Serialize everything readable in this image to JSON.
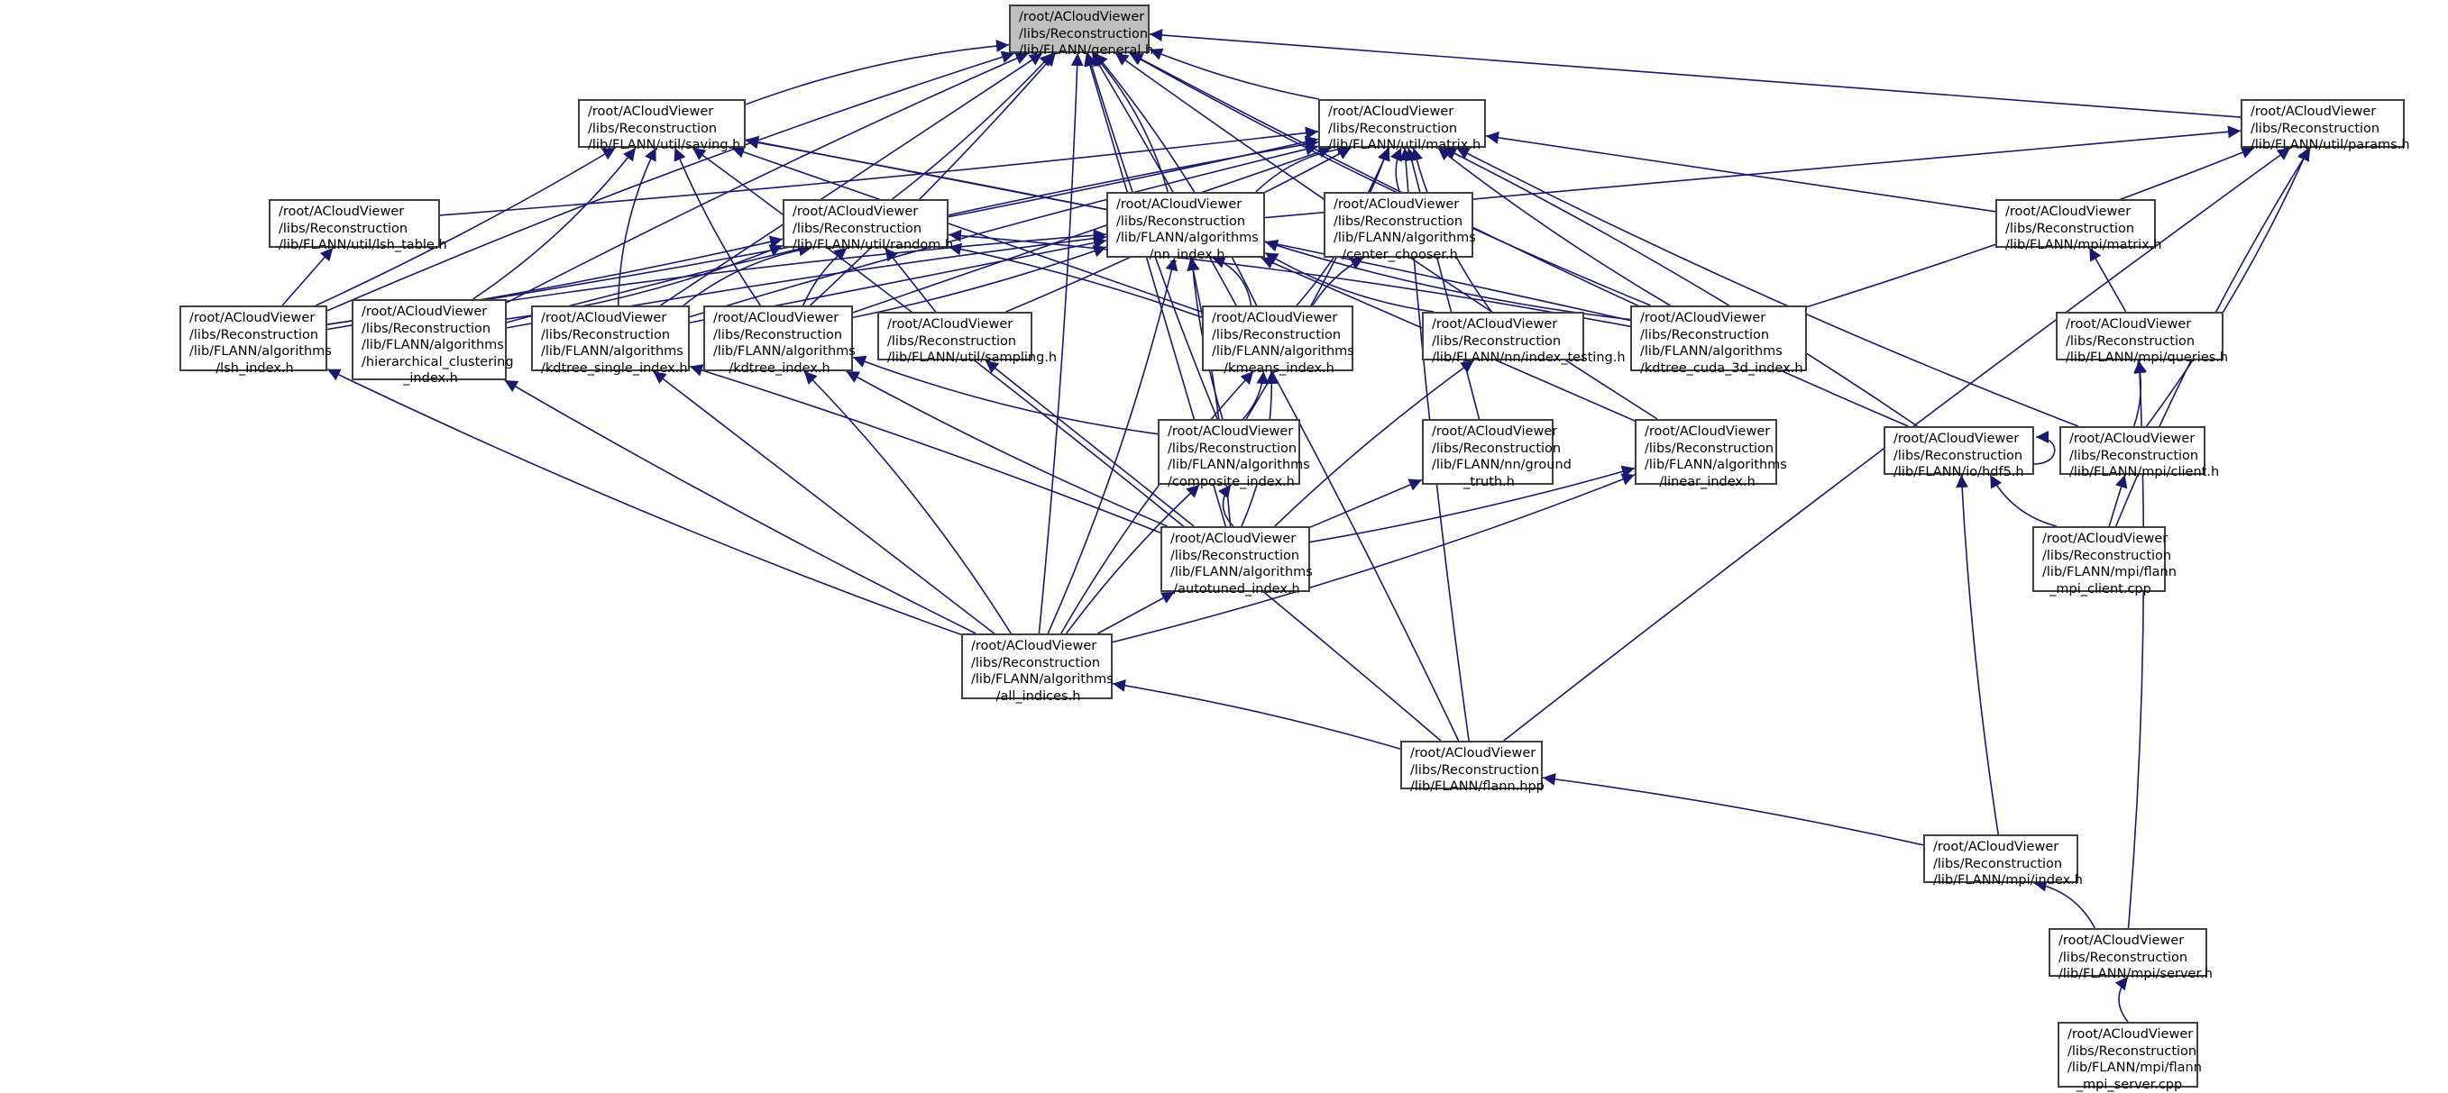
{
  "diagram": {
    "title": "Include dependency graph for general.h",
    "colors": {
      "edge": "#191970",
      "node_border": "#404040",
      "root_fill": "#bfbfbf",
      "node_fill": "#ffffff"
    },
    "nodes": [
      {
        "id": "general",
        "root": true,
        "lines": [
          "/root/ACloudViewer",
          "/libs/Reconstruction",
          "/lib/FLANN/general.h"
        ]
      },
      {
        "id": "saving",
        "lines": [
          "/root/ACloudViewer",
          "/libs/Reconstruction",
          "/lib/FLANN/util/saving.h"
        ]
      },
      {
        "id": "matrix",
        "lines": [
          "/root/ACloudViewer",
          "/libs/Reconstruction",
          "/lib/FLANN/util/matrix.h"
        ]
      },
      {
        "id": "params",
        "lines": [
          "/root/ACloudViewer",
          "/libs/Reconstruction",
          "/lib/FLANN/util/params.h"
        ]
      },
      {
        "id": "lsh_table",
        "lines": [
          "/root/ACloudViewer",
          "/libs/Reconstruction",
          "/lib/FLANN/util/lsh_table.h"
        ]
      },
      {
        "id": "random",
        "lines": [
          "/root/ACloudViewer",
          "/libs/Reconstruction",
          "/lib/FLANN/util/random.h"
        ]
      },
      {
        "id": "nn_index",
        "lines": [
          "/root/ACloudViewer",
          "/libs/Reconstruction",
          "/lib/FLANN/algorithms",
          "/nn_index.h"
        ]
      },
      {
        "id": "center_chooser",
        "lines": [
          "/root/ACloudViewer",
          "/libs/Reconstruction",
          "/lib/FLANN/algorithms",
          "/center_chooser.h"
        ]
      },
      {
        "id": "mpi_matrix",
        "lines": [
          "/root/ACloudViewer",
          "/libs/Reconstruction",
          "/lib/FLANN/mpi/matrix.h"
        ]
      },
      {
        "id": "lsh_index",
        "lines": [
          "/root/ACloudViewer",
          "/libs/Reconstruction",
          "/lib/FLANN/algorithms",
          "/lsh_index.h"
        ]
      },
      {
        "id": "hierarchical",
        "lines": [
          "/root/ACloudViewer",
          "/libs/Reconstruction",
          "/lib/FLANN/algorithms",
          "/hierarchical_clustering",
          "_index.h"
        ]
      },
      {
        "id": "kdtree_single",
        "lines": [
          "/root/ACloudViewer",
          "/libs/Reconstruction",
          "/lib/FLANN/algorithms",
          "/kdtree_single_index.h"
        ]
      },
      {
        "id": "kdtree_index",
        "lines": [
          "/root/ACloudViewer",
          "/libs/Reconstruction",
          "/lib/FLANN/algorithms",
          "/kdtree_index.h"
        ]
      },
      {
        "id": "sampling",
        "lines": [
          "/root/ACloudViewer",
          "/libs/Reconstruction",
          "/lib/FLANN/util/sampling.h"
        ]
      },
      {
        "id": "kmeans",
        "lines": [
          "/root/ACloudViewer",
          "/libs/Reconstruction",
          "/lib/FLANN/algorithms",
          "/kmeans_index.h"
        ]
      },
      {
        "id": "index_testing",
        "lines": [
          "/root/ACloudViewer",
          "/libs/Reconstruction",
          "/lib/FLANN/nn/index_testing.h"
        ]
      },
      {
        "id": "kdtree_cuda",
        "lines": [
          "/root/ACloudViewer",
          "/libs/Reconstruction",
          "/lib/FLANN/algorithms",
          "/kdtree_cuda_3d_index.h"
        ]
      },
      {
        "id": "mpi_queries",
        "lines": [
          "/root/ACloudViewer",
          "/libs/Reconstruction",
          "/lib/FLANN/mpi/queries.h"
        ]
      },
      {
        "id": "composite",
        "lines": [
          "/root/ACloudViewer",
          "/libs/Reconstruction",
          "/lib/FLANN/algorithms",
          "/composite_index.h"
        ]
      },
      {
        "id": "ground_truth",
        "lines": [
          "/root/ACloudViewer",
          "/libs/Reconstruction",
          "/lib/FLANN/nn/ground",
          "_truth.h"
        ]
      },
      {
        "id": "linear",
        "lines": [
          "/root/ACloudViewer",
          "/libs/Reconstruction",
          "/lib/FLANN/algorithms",
          "/linear_index.h"
        ]
      },
      {
        "id": "hdf5",
        "lines": [
          "/root/ACloudViewer",
          "/libs/Reconstruction",
          "/lib/FLANN/io/hdf5.h"
        ]
      },
      {
        "id": "mpi_client",
        "lines": [
          "/root/ACloudViewer",
          "/libs/Reconstruction",
          "/lib/FLANN/mpi/client.h"
        ]
      },
      {
        "id": "autotuned",
        "lines": [
          "/root/ACloudViewer",
          "/libs/Reconstruction",
          "/lib/FLANN/algorithms",
          "/autotuned_index.h"
        ]
      },
      {
        "id": "flann_mpi_client",
        "lines": [
          "/root/ACloudViewer",
          "/libs/Reconstruction",
          "/lib/FLANN/mpi/flann",
          "_mpi_client.cpp"
        ]
      },
      {
        "id": "all_indices",
        "lines": [
          "/root/ACloudViewer",
          "/libs/Reconstruction",
          "/lib/FLANN/algorithms",
          "/all_indices.h"
        ]
      },
      {
        "id": "flann_hpp",
        "lines": [
          "/root/ACloudViewer",
          "/libs/Reconstruction",
          "/lib/FLANN/flann.hpp"
        ]
      },
      {
        "id": "mpi_index",
        "lines": [
          "/root/ACloudViewer",
          "/libs/Reconstruction",
          "/lib/FLANN/mpi/index.h"
        ]
      },
      {
        "id": "mpi_server",
        "lines": [
          "/root/ACloudViewer",
          "/libs/Reconstruction",
          "/lib/FLANN/mpi/server.h"
        ]
      },
      {
        "id": "flann_mpi_server",
        "lines": [
          "/root/ACloudViewer",
          "/libs/Reconstruction",
          "/lib/FLANN/mpi/flann",
          "_mpi_server.cpp"
        ]
      }
    ],
    "edges": [
      [
        "saving",
        "general"
      ],
      [
        "matrix",
        "general"
      ],
      [
        "params",
        "general"
      ],
      [
        "random",
        "general"
      ],
      [
        "nn_index",
        "general"
      ],
      [
        "lsh_index",
        "general"
      ],
      [
        "hierarchical",
        "general"
      ],
      [
        "kdtree_single",
        "general"
      ],
      [
        "kdtree_index",
        "general"
      ],
      [
        "kmeans",
        "general"
      ],
      [
        "kdtree_cuda",
        "general"
      ],
      [
        "linear",
        "general"
      ],
      [
        "autotuned",
        "general"
      ],
      [
        "all_indices",
        "general"
      ],
      [
        "flann_hpp",
        "general"
      ],
      [
        "hdf5",
        "general"
      ],
      [
        "composite",
        "general"
      ],
      [
        "nn_index",
        "saving"
      ],
      [
        "lsh_index",
        "saving"
      ],
      [
        "hierarchical",
        "saving"
      ],
      [
        "kdtree_single",
        "saving"
      ],
      [
        "kdtree_index",
        "saving"
      ],
      [
        "kmeans",
        "saving"
      ],
      [
        "kdtree_cuda",
        "saving"
      ],
      [
        "flann_hpp",
        "saving"
      ],
      [
        "nn_index",
        "matrix"
      ],
      [
        "center_chooser",
        "matrix"
      ],
      [
        "mpi_matrix",
        "matrix"
      ],
      [
        "lsh_table",
        "matrix"
      ],
      [
        "lsh_index",
        "matrix"
      ],
      [
        "hierarchical",
        "matrix"
      ],
      [
        "kdtree_single",
        "matrix"
      ],
      [
        "kdtree_index",
        "matrix"
      ],
      [
        "sampling",
        "matrix"
      ],
      [
        "kmeans",
        "matrix"
      ],
      [
        "index_testing",
        "matrix"
      ],
      [
        "kdtree_cuda",
        "matrix"
      ],
      [
        "ground_truth",
        "matrix"
      ],
      [
        "composite",
        "matrix"
      ],
      [
        "hdf5",
        "matrix"
      ],
      [
        "mpi_client",
        "matrix"
      ],
      [
        "flann_hpp",
        "matrix"
      ],
      [
        "nn_index",
        "params"
      ],
      [
        "kdtree_cuda",
        "params"
      ],
      [
        "mpi_client",
        "params"
      ],
      [
        "flann_mpi_client",
        "params"
      ],
      [
        "flann_hpp",
        "params"
      ],
      [
        "lsh_index",
        "lsh_table"
      ],
      [
        "lsh_index",
        "random"
      ],
      [
        "hierarchical",
        "random"
      ],
      [
        "kdtree_single",
        "random"
      ],
      [
        "kdtree_index",
        "random"
      ],
      [
        "sampling",
        "random"
      ],
      [
        "kmeans",
        "random"
      ],
      [
        "kdtree_cuda",
        "random"
      ],
      [
        "lsh_index",
        "nn_index"
      ],
      [
        "hierarchical",
        "nn_index"
      ],
      [
        "kdtree_single",
        "nn_index"
      ],
      [
        "kdtree_index",
        "nn_index"
      ],
      [
        "kmeans",
        "nn_index"
      ],
      [
        "kdtree_cuda",
        "nn_index"
      ],
      [
        "composite",
        "nn_index"
      ],
      [
        "linear",
        "nn_index"
      ],
      [
        "autotuned",
        "nn_index"
      ],
      [
        "all_indices",
        "nn_index"
      ],
      [
        "index_testing",
        "nn_index"
      ],
      [
        "kmeans",
        "center_chooser"
      ],
      [
        "mpi_queries",
        "mpi_matrix"
      ],
      [
        "mpi_client",
        "mpi_queries"
      ],
      [
        "mpi_server",
        "mpi_queries"
      ],
      [
        "all_indices",
        "lsh_index"
      ],
      [
        "all_indices",
        "hierarchical"
      ],
      [
        "all_indices",
        "kdtree_single"
      ],
      [
        "autotuned",
        "kdtree_single"
      ],
      [
        "all_indices",
        "kdtree_index"
      ],
      [
        "composite",
        "kdtree_index"
      ],
      [
        "autotuned",
        "kdtree_index"
      ],
      [
        "autotuned",
        "sampling"
      ],
      [
        "composite",
        "kmeans"
      ],
      [
        "autotuned",
        "kmeans"
      ],
      [
        "all_indices",
        "kmeans"
      ],
      [
        "autotuned",
        "index_testing"
      ],
      [
        "autotuned",
        "ground_truth"
      ],
      [
        "autotuned",
        "linear"
      ],
      [
        "all_indices",
        "linear"
      ],
      [
        "autotuned",
        "composite"
      ],
      [
        "all_indices",
        "composite"
      ],
      [
        "all_indices",
        "autotuned"
      ],
      [
        "flann_hpp",
        "all_indices"
      ],
      [
        "hdf5",
        "hdf5"
      ],
      [
        "flann_mpi_client",
        "hdf5"
      ],
      [
        "mpi_index",
        "hdf5"
      ],
      [
        "flann_mpi_client",
        "mpi_client"
      ],
      [
        "mpi_index",
        "flann_hpp"
      ],
      [
        "mpi_server",
        "mpi_index"
      ],
      [
        "flann_mpi_server",
        "mpi_server"
      ]
    ]
  }
}
